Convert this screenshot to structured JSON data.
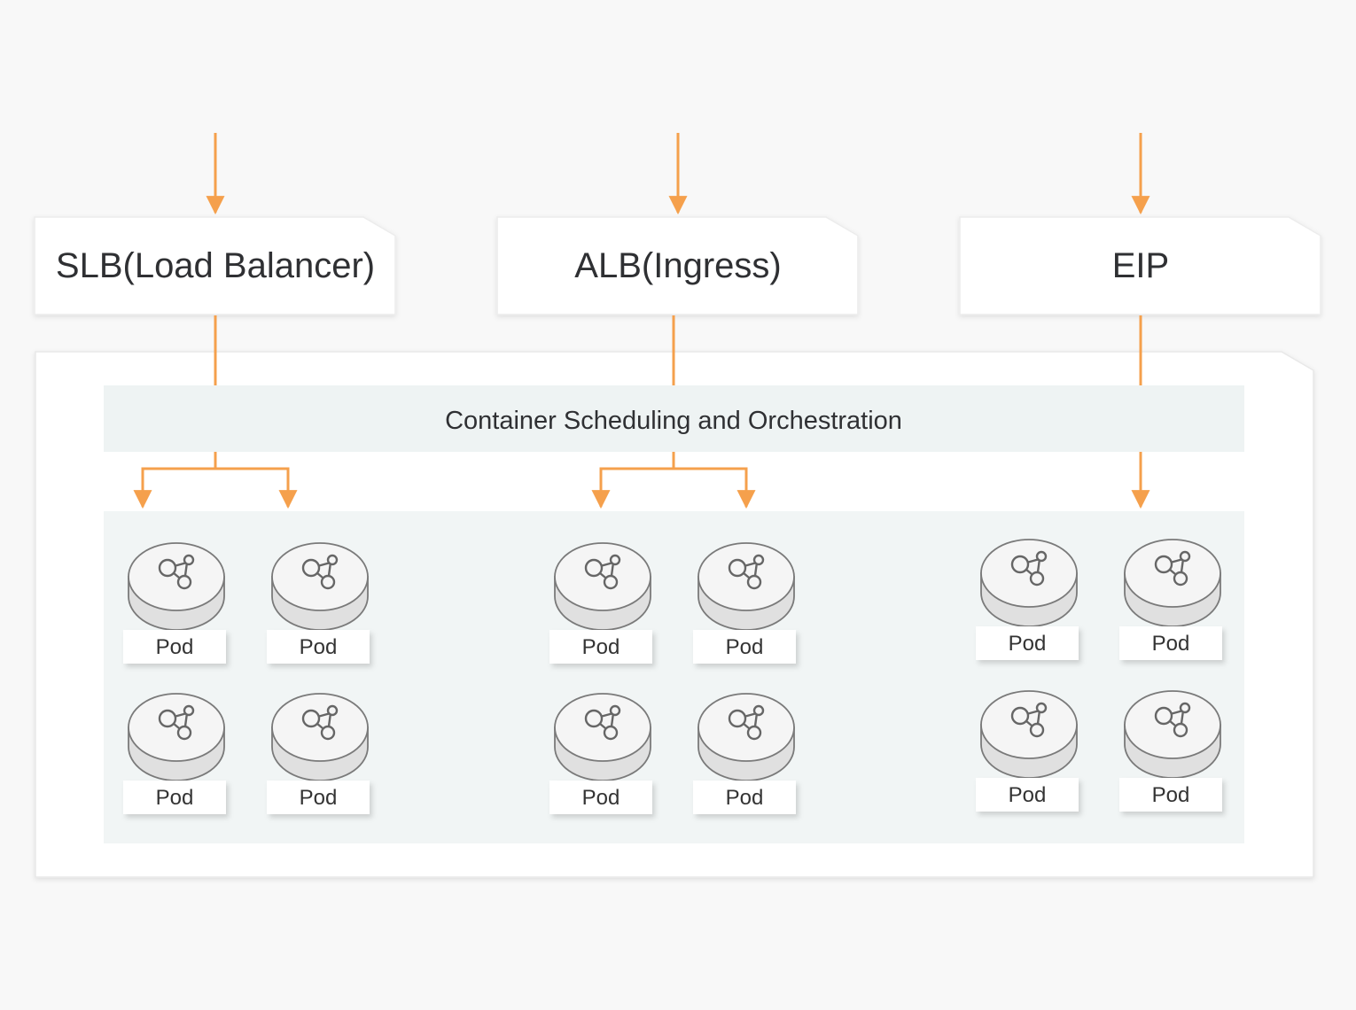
{
  "colors": {
    "background": "#f8f8f8",
    "arrow": "#f5a04c",
    "panel": "#ffffff",
    "scheduling_band": "#eef3f3",
    "pod_area": "#f1f5f5",
    "pod_disk_top": "#f5f5f5",
    "pod_disk_side": "#e0e0e0",
    "pod_outline": "#7a7a7a"
  },
  "entry_points": [
    {
      "label": "SLB(Load Balancer)"
    },
    {
      "label": "ALB(Ingress)"
    },
    {
      "label": "EIP"
    }
  ],
  "scheduling": {
    "label": "Container Scheduling and Orchestration"
  },
  "pod_groups": [
    {
      "pods": [
        {
          "label": "Pod",
          "icon": "pod-network-icon"
        },
        {
          "label": "Pod",
          "icon": "pod-network-icon"
        },
        {
          "label": "Pod",
          "icon": "pod-network-icon"
        },
        {
          "label": "Pod",
          "icon": "pod-network-icon"
        }
      ]
    },
    {
      "pods": [
        {
          "label": "Pod",
          "icon": "pod-network-icon"
        },
        {
          "label": "Pod",
          "icon": "pod-network-icon"
        },
        {
          "label": "Pod",
          "icon": "pod-network-icon"
        },
        {
          "label": "Pod",
          "icon": "pod-network-icon"
        }
      ]
    },
    {
      "pods": [
        {
          "label": "Pod",
          "icon": "pod-network-icon"
        },
        {
          "label": "Pod",
          "icon": "pod-network-icon"
        },
        {
          "label": "Pod",
          "icon": "pod-network-icon"
        },
        {
          "label": "Pod",
          "icon": "pod-network-icon"
        }
      ]
    }
  ]
}
